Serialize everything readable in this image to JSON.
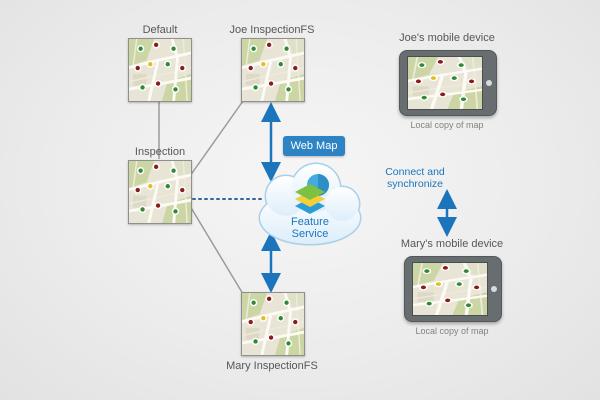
{
  "diagram": {
    "maps": {
      "default": {
        "label": "Default"
      },
      "joe": {
        "label": "Joe InspectionFS"
      },
      "inspection": {
        "label": "Inspection"
      },
      "mary": {
        "label": "Mary InspectionFS"
      }
    },
    "cloud": {
      "badge": "Web Map",
      "service_label": "Feature Service"
    },
    "sync": {
      "label": "Connect and synchronize"
    },
    "devices": {
      "joe": {
        "label": "Joe's mobile device",
        "caption": "Local copy of map"
      },
      "mary": {
        "label": "Mary's mobile device",
        "caption": "Local copy of map"
      }
    },
    "colors": {
      "accent_blue": "#1c75bc",
      "badge_blue": "#2e83c4",
      "line_gray": "#9b9b9b",
      "map_bg": "#e9e5d6"
    }
  }
}
